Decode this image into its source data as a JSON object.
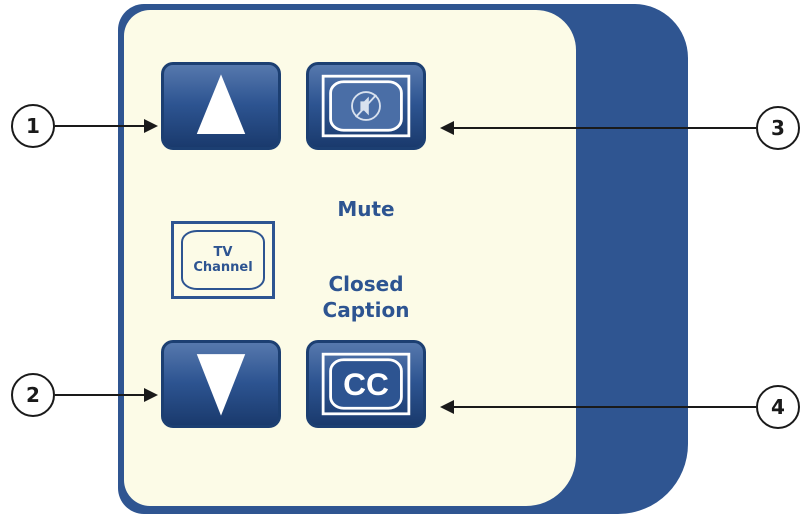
{
  "remote": {
    "mute_label": "Mute",
    "closed_caption_label": [
      "Closed",
      "Caption"
    ],
    "tv_channel_label": [
      "TV",
      "Channel"
    ],
    "cc_text": "CC"
  },
  "callouts": [
    "1",
    "2",
    "3",
    "4"
  ],
  "colors": {
    "remote_body": "#2f5591",
    "faceplate": "#fcfbe7",
    "button_navy": "#2d5491",
    "label_blue": "#2d5491",
    "callout": "#1a1a1a"
  }
}
